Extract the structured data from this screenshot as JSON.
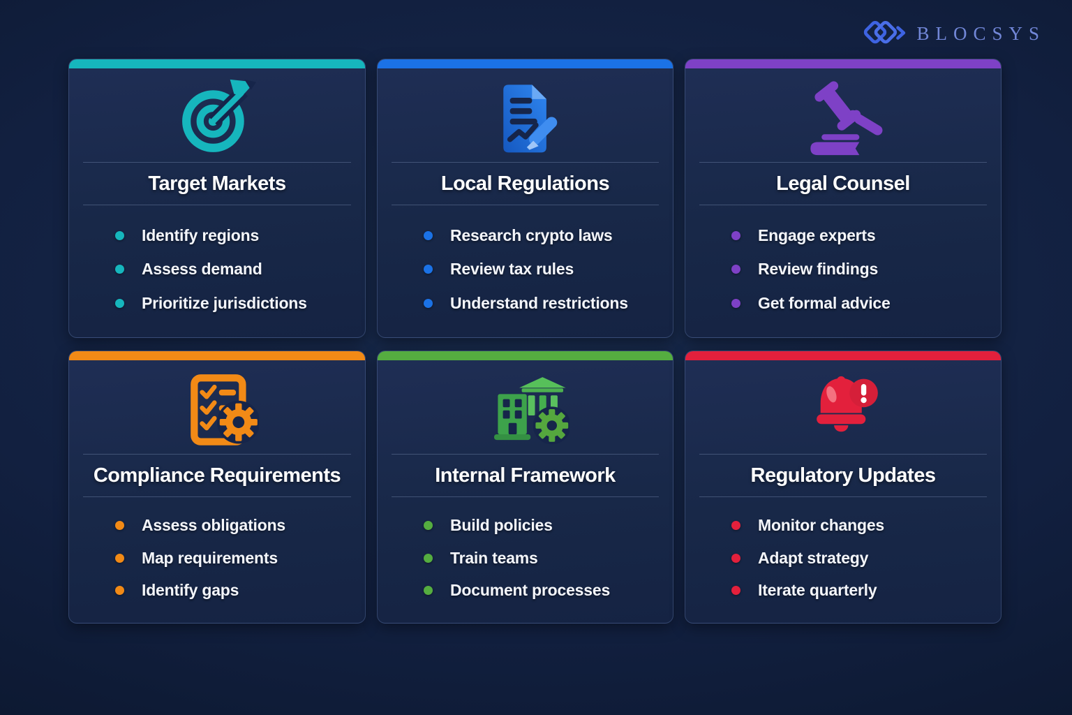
{
  "logo": {
    "text": "BLOCSYS",
    "icon_color": "#3e63e2",
    "text_color": "#7287d8"
  },
  "cards": [
    {
      "id": "target-markets",
      "title": "Target Markets",
      "accent": "#16b6bd",
      "icon": "target-icon",
      "items": [
        "Identify regions",
        "Assess demand",
        "Prioritize jurisdictions"
      ]
    },
    {
      "id": "local-regulations",
      "title": "Local Regulations",
      "accent": "#1b72e6",
      "icon": "document-pen-icon",
      "items": [
        "Research crypto laws",
        "Review tax rules",
        "Understand restrictions"
      ]
    },
    {
      "id": "legal-counsel",
      "title": "Legal Counsel",
      "accent": "#7e41c6",
      "icon": "gavel-icon",
      "items": [
        "Engage experts",
        "Review findings",
        "Get formal advice"
      ]
    },
    {
      "id": "compliance-requirements",
      "title": "Compliance Requirements",
      "accent": "#f28a16",
      "icon": "checklist-gear-icon",
      "items": [
        "Assess obligations",
        "Map requirements",
        "Identify gaps"
      ]
    },
    {
      "id": "internal-framework",
      "title": "Internal Framework",
      "accent": "#55ad40",
      "icon": "building-gear-icon",
      "items": [
        "Build policies",
        "Train teams",
        "Document processes"
      ]
    },
    {
      "id": "regulatory-updates",
      "title": "Regulatory Updates",
      "accent": "#e3203c",
      "icon": "bell-alert-icon",
      "items": [
        "Monitor changes",
        "Adapt strategy",
        "Iterate quarterly"
      ]
    }
  ]
}
